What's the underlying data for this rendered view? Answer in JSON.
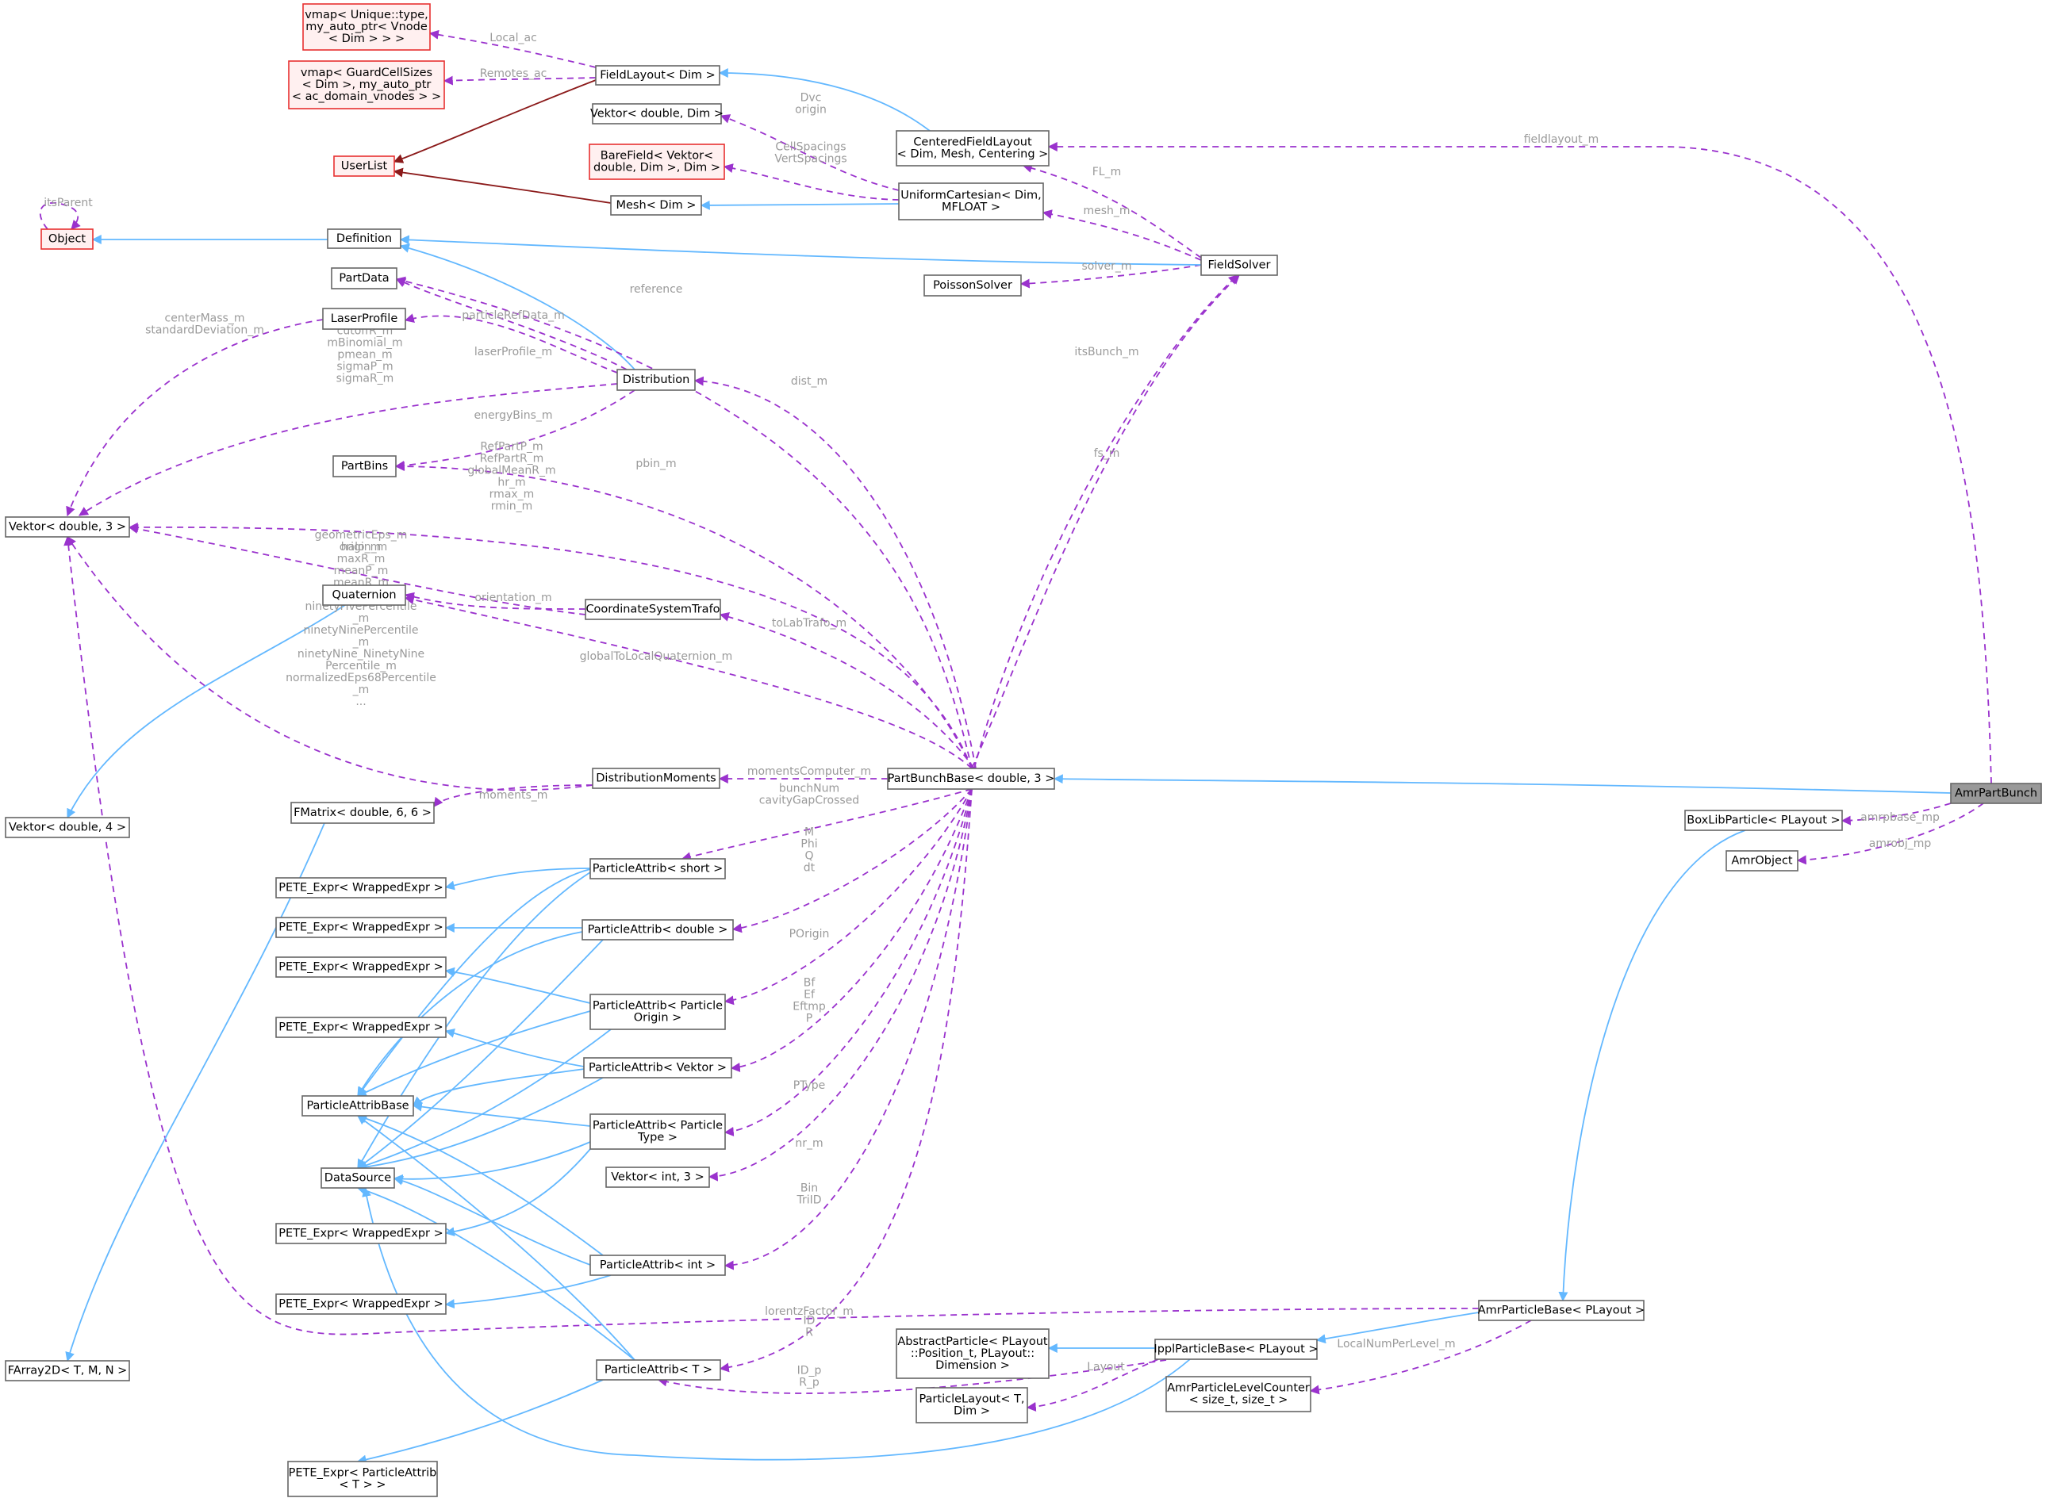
{
  "nodes": {
    "vmap_vnode": "vmap< Unique::type,\nmy_auto_ptr< Vnode\n< Dim > > >",
    "vmap_guard": "vmap< GuardCellSizes\n< Dim >, my_auto_ptr\n< ac_domain_vnodes > >",
    "userlist": "UserList",
    "fieldlayout": "FieldLayout< Dim >",
    "vektor_double_dim": "Vektor< double, Dim >",
    "barefield": "BareField< Vektor<\ndouble, Dim >, Dim >",
    "mesh": "Mesh< Dim >",
    "centeredfieldlayout": "CenteredFieldLayout\n< Dim, Mesh, Centering >",
    "uniformcartesian": "UniformCartesian< Dim,\nMFLOAT >",
    "object": "Object",
    "definition": "Definition",
    "fieldsolver": "FieldSolver",
    "poissonsolver": "PoissonSolver",
    "partdata": "PartData",
    "laserprofile": "LaserProfile",
    "distribution": "Distribution",
    "partbins": "PartBins",
    "vektor_double_3": "Vektor< double, 3 >",
    "quaternion": "Quaternion",
    "coordinatesystemtrafo": "CoordinateSystemTrafo",
    "vektor_double_4": "Vektor< double, 4 >",
    "distributionmoments": "DistributionMoments",
    "partbunchbase": "PartBunchBase< double, 3 >",
    "amrpartbunch": "AmrPartBunch",
    "fmatrix": "FMatrix< double, 6, 6 >",
    "pete1": "PETE_Expr< WrappedExpr >",
    "pete2": "PETE_Expr< WrappedExpr >",
    "pete3": "PETE_Expr< WrappedExpr >",
    "pete4": "PETE_Expr< WrappedExpr >",
    "pete5": "PETE_Expr< WrappedExpr >",
    "pete6": "PETE_Expr< WrappedExpr >",
    "pete_particleattrib": "PETE_Expr< ParticleAttrib\n< T > >",
    "particleattribbase": "ParticleAttribBase",
    "datasource": "DataSource",
    "pa_short": "ParticleAttrib< short >",
    "pa_double": "ParticleAttrib< double >",
    "pa_origin": "ParticleAttrib< Particle\nOrigin >",
    "pa_vektor": "ParticleAttrib< Vektor >",
    "pa_type": "ParticleAttrib< Particle\nType >",
    "vektor_int_3": "Vektor< int, 3 >",
    "pa_int": "ParticleAttrib< int >",
    "pa_t": "ParticleAttrib< T >",
    "farray2d": "FArray2D< T, M, N >",
    "abstractparticle": "AbstractParticle< PLayout\n::Position_t, PLayout::\nDimension >",
    "particlelayout": "ParticleLayout< T,\nDim >",
    "ipplparticlebase": "IpplParticleBase< PLayout >",
    "amrparticlelevelcounter": "AmrParticleLevelCounter\n< size_t, size_t >",
    "amrparticlebase": "AmrParticleBase< PLayout >",
    "boxlibparticle": "BoxLibParticle< PLayout >",
    "amrobject": "AmrObject"
  },
  "edge_labels": {
    "local_ac": "Local_ac",
    "remotes_ac": "Remotes_ac",
    "dvc_origin": "Dvc\norigin",
    "cellspacings": "CellSpacings\nVertSpacings",
    "fieldlayout_m": "fieldlayout_m",
    "fl_m": "FL_m",
    "mesh_m": "mesh_m",
    "solver_m": "solver_m",
    "itsparent": "itsParent",
    "reference": "reference",
    "particlerefdata_m": "particleRefData_m",
    "centermass": "centerMass_m\nstandardDeviation_m",
    "laserprofile_m": "laserProfile_m",
    "cutoff": "cutoffP_m\ncutoffR_m\nmBinomial_m\npmean_m\nsigmaP_m\nsigmaR_m",
    "energybins_m": "energyBins_m",
    "dist_m": "dist_m",
    "itsbunch_m": "itsBunch_m",
    "fs_m": "fs_m",
    "pbin_m": "pbin_m",
    "refpart": "RefPartP_m\nRefPartR_m\nglobalMeanR_m\nhr_m\nrmax_m\nrmin_m",
    "origin_m": "origin_m",
    "orientation_m": "orientation_m",
    "tolabtrafo_m": "toLabTrafo_m",
    "globaltolocalquaternion_m": "globalToLocalQuaternion_m",
    "geometriceps": "geometricEps_m\nhalo_m\nmaxR_m\nmeanP_m\nmeanR_m\nminR_m\nninetyFivePercentile\n_m\nninetyNinePercentile\n_m\nninetyNine_NinetyNine\nPercentile_m\nnormalizedEps68Percentile\n_m\n...",
    "momentscomputer_m": "momentsComputer_m",
    "moments_m": "moments_m",
    "bunchnum": "bunchNum\ncavityGapCrossed",
    "m_phi_q_dt": "M\nPhi\nQ\ndt",
    "porigin": "POrigin",
    "bf_ef": "Bf\nEf\nEftmp\nP",
    "ptype": "PType",
    "nr_m": "nr_m",
    "bin_triid": "Bin\nTriID",
    "lorentzfactor_m": "lorentzFactor_m",
    "id_r": "ID\nR",
    "id_p": "ID_p\nR_p",
    "layout": "Layout",
    "localnumperlevel_m": "LocalNumPerLevel_m",
    "amrpbase_mp": "amrpbase_mp",
    "amrobj_mp": "amrobj_mp"
  }
}
